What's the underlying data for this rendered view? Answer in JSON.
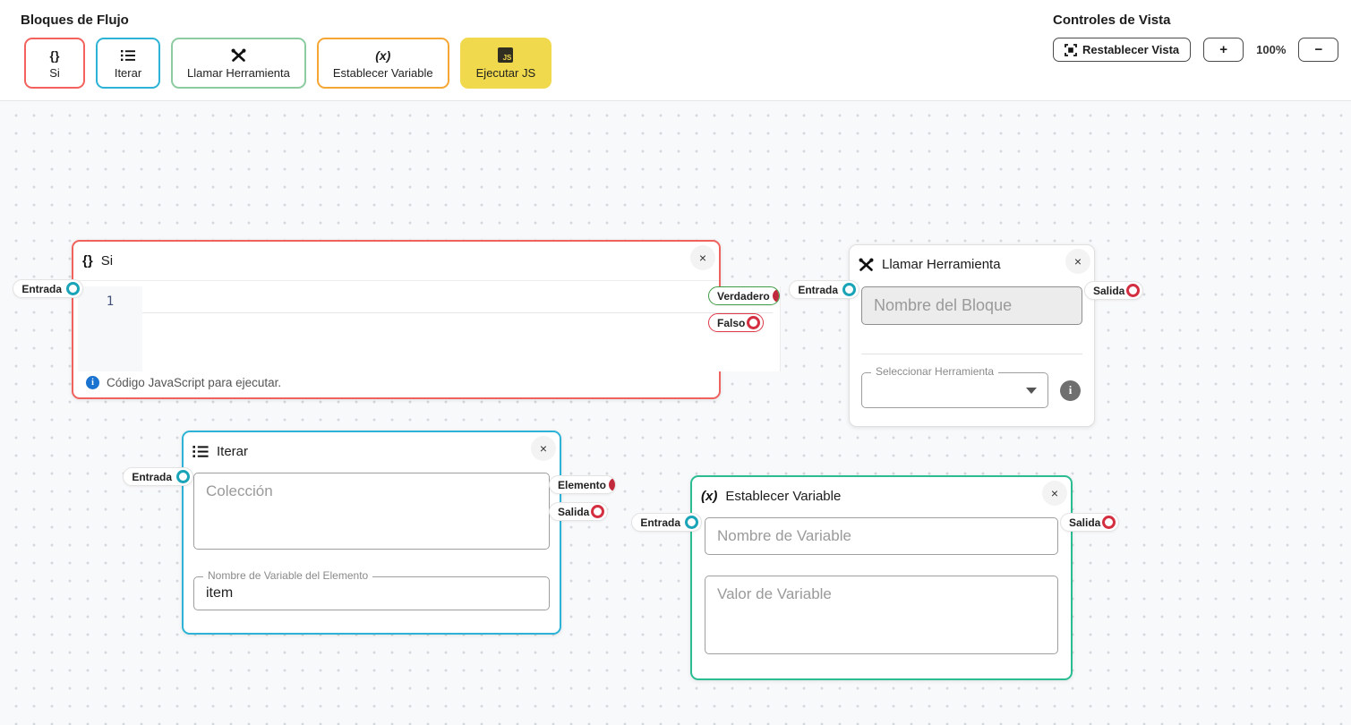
{
  "palette": {
    "title": "Bloques de Flujo",
    "blocks": [
      {
        "label": "Si",
        "icon": "{}"
      },
      {
        "label": "Iterar",
        "icon": "list"
      },
      {
        "label": "Llamar Herramienta",
        "icon": "tools"
      },
      {
        "label": "Establecer Variable",
        "icon": "(x)"
      },
      {
        "label": "Ejecutar JS",
        "icon": "JS"
      }
    ]
  },
  "view_controls": {
    "title": "Controles de Vista",
    "reset_label": "Restablecer Vista",
    "zoom_in_label": "+",
    "zoom_level": "100%",
    "zoom_out_label": "−"
  },
  "common": {
    "close_label": "×",
    "input_port_label": "Entrada",
    "output_port_label": "Salida",
    "info_glyph": "i"
  },
  "nodes": {
    "si": {
      "title": "Si",
      "icon": "{}",
      "line_number": "1",
      "helper_text": "Código JavaScript para ejecutar.",
      "port_true": "Verdadero",
      "port_false": "Falso"
    },
    "llamar": {
      "title": "Llamar Herramienta",
      "name_placeholder": "Nombre del Bloque",
      "select_label": "Seleccionar Herramienta"
    },
    "iterar": {
      "title": "Iterar",
      "collection_placeholder": "Colección",
      "item_field_label": "Nombre de Variable del Elemento",
      "item_field_value": "item",
      "port_element": "Elemento"
    },
    "establecer": {
      "title": "Establecer Variable",
      "name_placeholder": "Nombre de Variable",
      "value_placeholder": "Valor de Variable"
    }
  },
  "colors": {
    "si_border": "#f0625d",
    "iterar_border": "#2cb3d6",
    "establecer_border": "#2bbd92",
    "llamar_palette_border": "#8ccca0",
    "establecer_palette_border": "#f6a733",
    "js_yellow": "#f0d94c",
    "teal_handle": "#1aa4b8",
    "red_handle": "#d32f41",
    "true_pill_border": "#3f9d46",
    "false_pill_border": "#e0394a"
  }
}
